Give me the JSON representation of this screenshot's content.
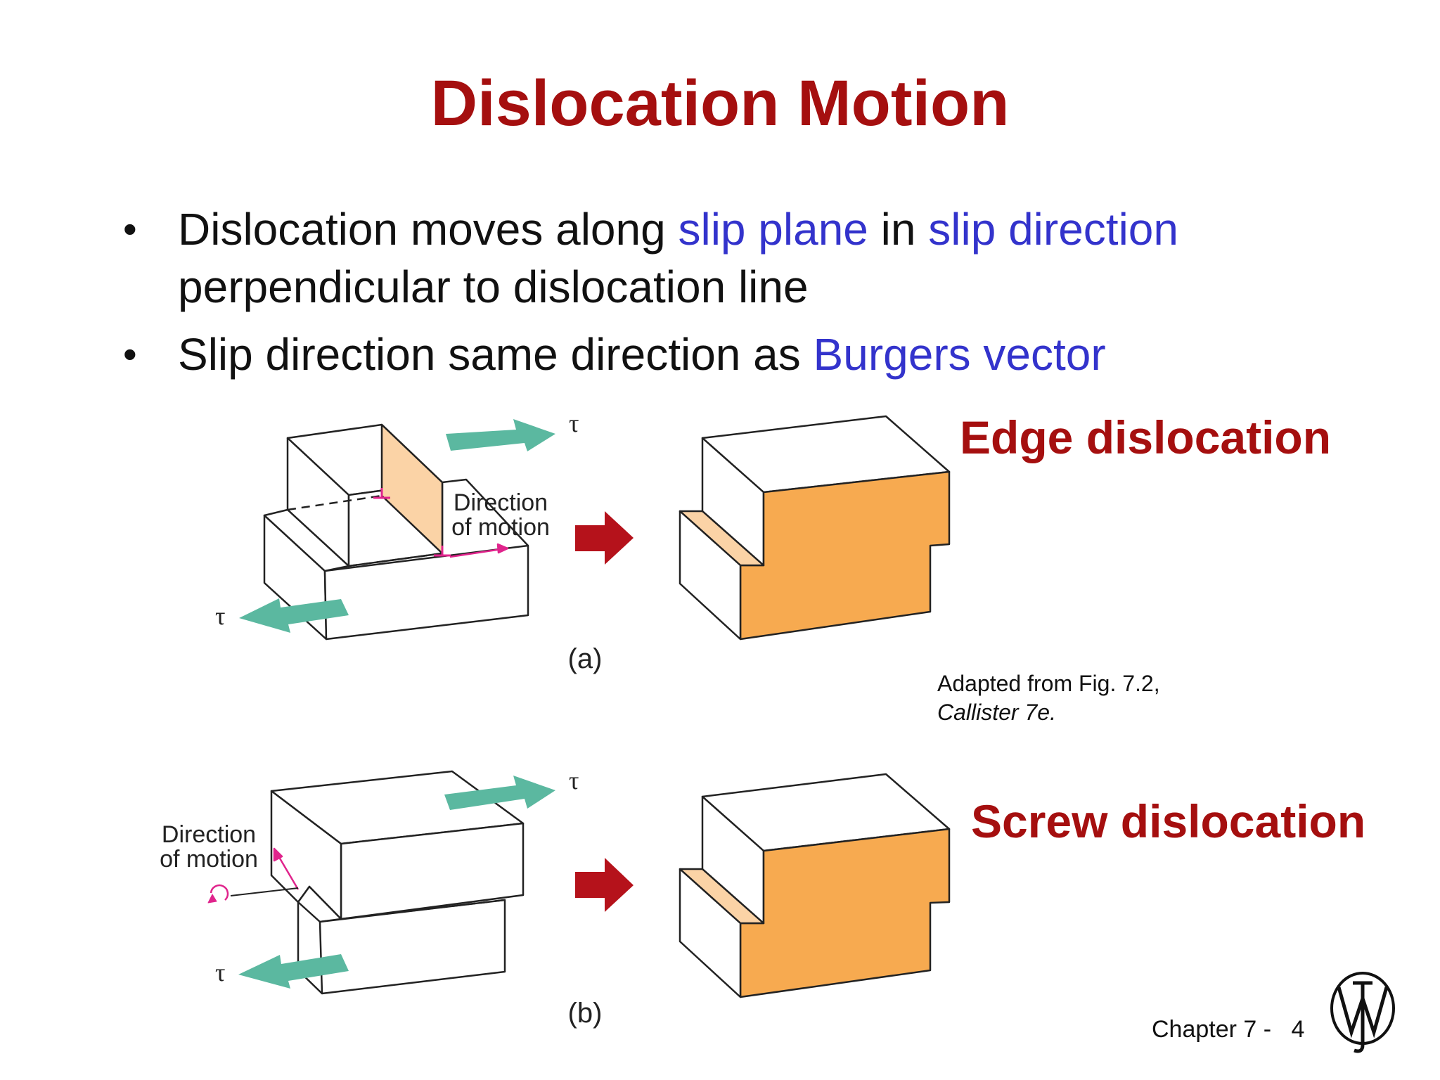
{
  "slide": {
    "title": "Dislocation Motion",
    "bullets": [
      {
        "parts": [
          "Dislocation moves along ",
          "slip plane",
          " in ",
          "slip direction",
          " perpendicular to dislocation line"
        ]
      },
      {
        "parts": [
          "Slip direction same direction as ",
          "Burgers vector"
        ]
      }
    ],
    "edge_label": "Edge dislocation",
    "screw_label": "Screw dislocation",
    "citation": {
      "line1": "Adapted from Fig. 7.2,",
      "line2": "Callister 7e."
    },
    "footer": {
      "chapter": "Chapter 7 -",
      "page": "4"
    }
  },
  "figure": {
    "tau": "τ",
    "direction_of_motion_line1": "Direction",
    "direction_of_motion_line2": "of motion",
    "caption_a": "(a)",
    "caption_b": "(b)"
  },
  "colors": {
    "title": "#a50f0f",
    "highlight": "#3333cc",
    "shear_arrow": "#5bb8a0",
    "process_arrow": "#b5121b",
    "slip_face": "#f7aa50",
    "slip_plane_light": "#fbd3a6",
    "motion_line": "#e0248c"
  },
  "icons": {
    "publisher_logo": "wiley-logo-icon"
  }
}
